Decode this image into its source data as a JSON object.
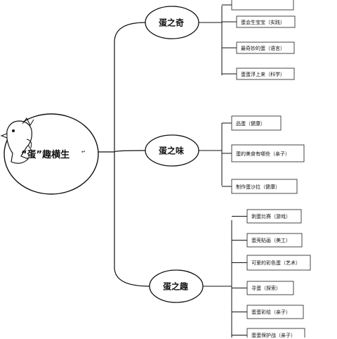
{
  "root": {
    "label": "“蛋”趣横生",
    "mark": "↵"
  },
  "branches": [
    {
      "label": "蛋之奇",
      "mark": "↵",
      "leaves": [
        {
          "text": "蛋会生宝宝（实践）",
          "mark": "↵"
        },
        {
          "text": "最奇妙的蛋（语言）",
          "mark": "↵"
        },
        {
          "text": "蛋蛋浮上来（科学）",
          "mark": "↵"
        }
      ]
    },
    {
      "label": "蛋之味",
      "mark": "↵",
      "leaves": [
        {
          "text": "品蛋（健康）",
          "mark": "↵"
        },
        {
          "text": "蛋的美食有哪些（亲子）",
          "mark": "↵"
        },
        {
          "text": "制作蛋沙拉（健康）",
          "mark": "↵"
        }
      ]
    },
    {
      "label": "蛋之趣",
      "mark": "↵",
      "leaves": [
        {
          "text": "剥蛋比赛（游戏）",
          "mark": "↵"
        },
        {
          "text": "蛋壳贴画（美工）",
          "mark": "↵"
        },
        {
          "text": "可爱的彩色蛋（艺术）",
          "mark": "↵"
        },
        {
          "text": "寻蛋（探索）",
          "mark": "↵"
        },
        {
          "text": "蛋蛋彩绘（亲子）",
          "mark": "↵"
        },
        {
          "text": "蛋蛋保护战（亲子）",
          "mark": "↵"
        }
      ]
    }
  ],
  "colors": {
    "line": "#111111",
    "box": "#333333",
    "background": "#ffffff"
  }
}
